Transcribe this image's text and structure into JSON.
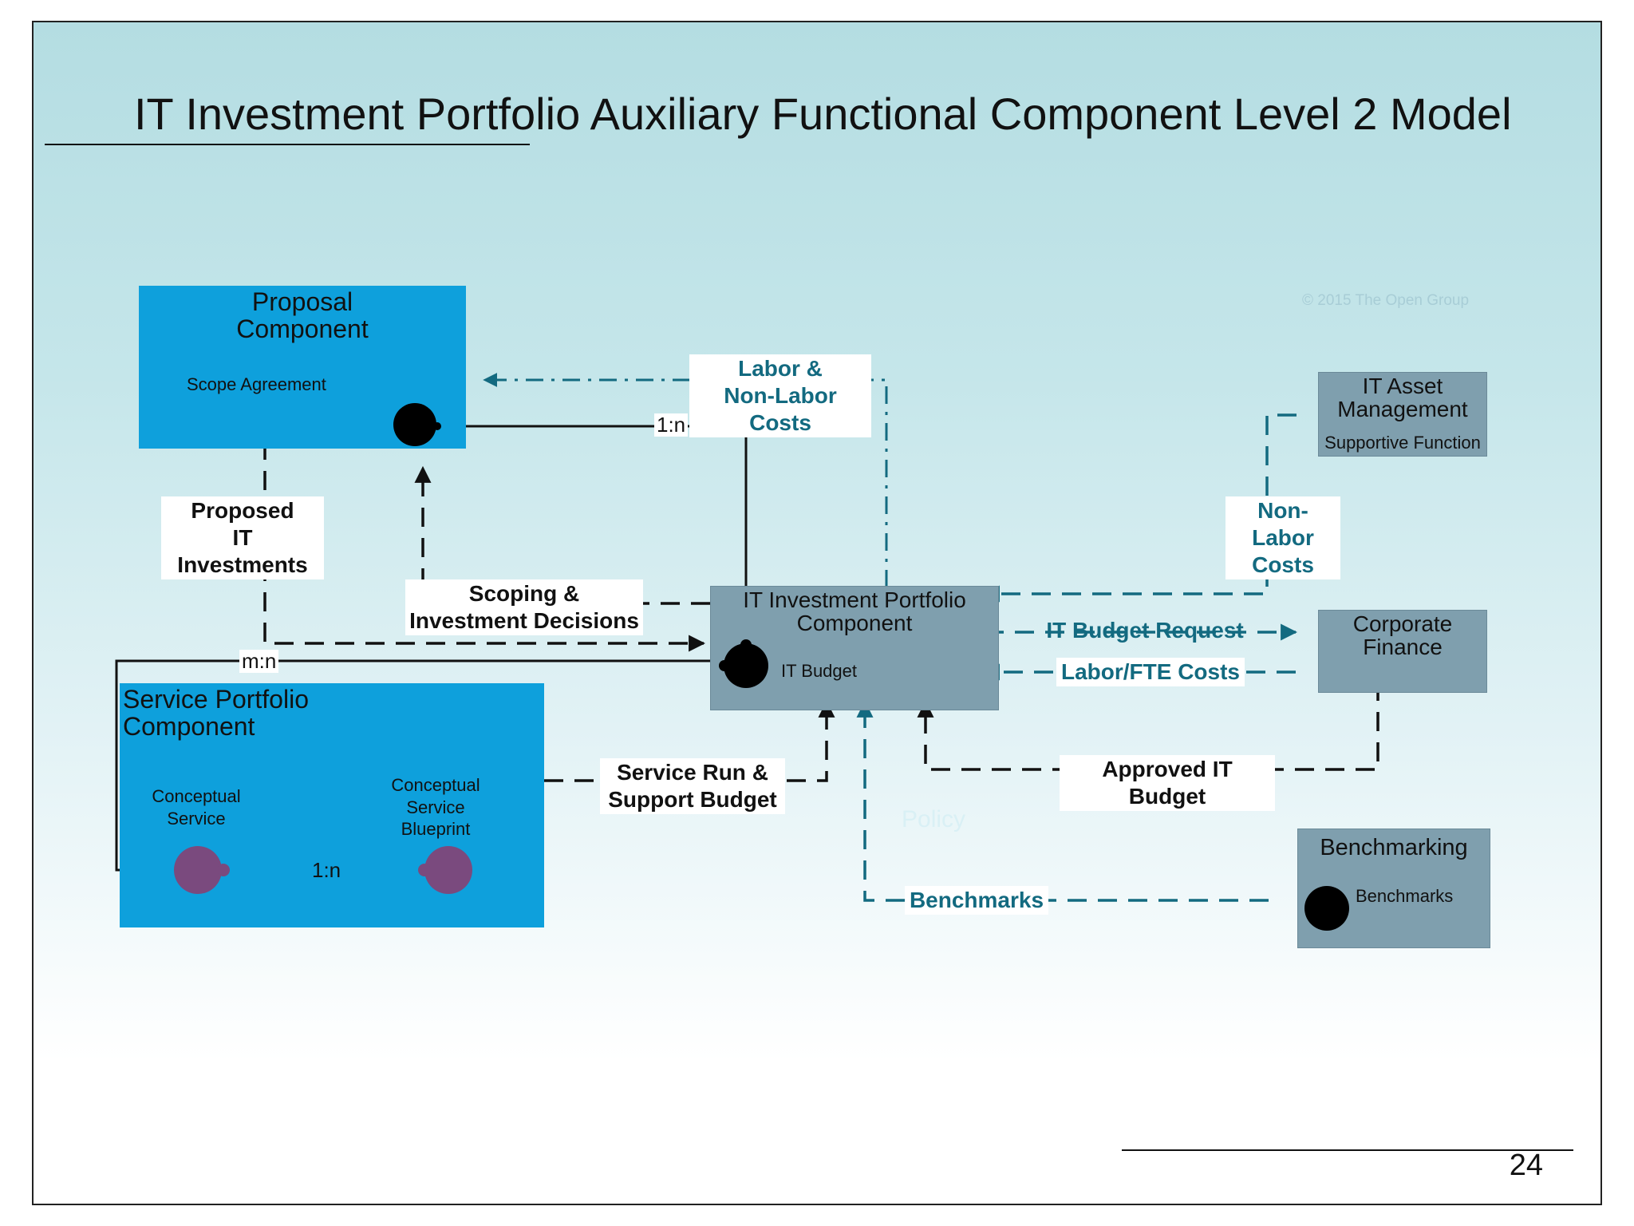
{
  "slide": {
    "title": "IT Investment Portfolio Auxiliary Functional Component Level 2 Model",
    "page_number": "24",
    "copyright": "© 2015 The Open Group",
    "background_text": "Policy"
  },
  "components": {
    "proposal": {
      "title": "Proposal\nComponent",
      "data_object": "Scope Agreement"
    },
    "service_portfolio": {
      "title": "Service Portfolio\nComponent",
      "object_a": "Conceptual\nService",
      "object_b": "Conceptual\nService\nBlueprint"
    },
    "it_investment_portfolio": {
      "title": "IT Investment Portfolio\nComponent",
      "data_object": "IT Budget"
    },
    "it_asset_management": {
      "title": "IT Asset\nManagement",
      "subtitle": "Supportive Function"
    },
    "corporate_finance": {
      "title": "Corporate\nFinance"
    },
    "benchmarking": {
      "title": "Benchmarking",
      "data_object": "Benchmarks"
    }
  },
  "flows": {
    "labor_nonlabor_costs": "Labor &\nNon-Labor Costs",
    "proposed_it_investments": "Proposed\nIT Investments",
    "scoping_investment_decisions": "Scoping &\nInvestment Decisions",
    "nonlabor_costs": "Non-Labor\nCosts",
    "it_budget_request": "IT Budget Request",
    "labor_fte_costs": "Labor/FTE Costs",
    "approved_it_budget": "Approved IT Budget",
    "service_run_support_budget": "Service Run &\nSupport Budget",
    "benchmarks": "Benchmarks"
  },
  "relationships": {
    "scope_to_budget": "1:n",
    "service_to_budget": "m:n",
    "service_to_blueprint": "1:n"
  },
  "colors": {
    "component_blue": "#0ea0dc",
    "supportive_gray": "#7f9fae",
    "flow_teal": "#136a80",
    "service_purple": "#7a4a7e"
  }
}
